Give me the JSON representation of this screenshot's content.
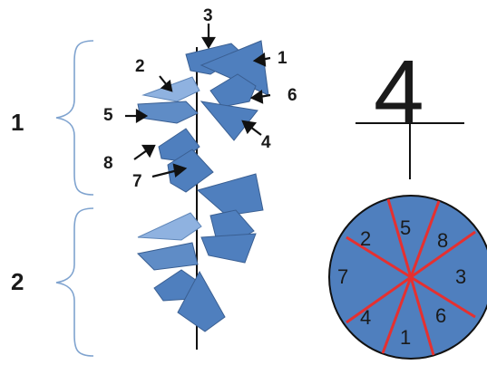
{
  "diagram": {
    "group_labels": [
      {
        "id": "group-1",
        "text": "1"
      },
      {
        "id": "group-2",
        "text": "2"
      }
    ],
    "element_labels": [
      {
        "id": "el-1",
        "text": "1"
      },
      {
        "id": "el-2",
        "text": "2"
      },
      {
        "id": "el-3",
        "text": "3"
      },
      {
        "id": "el-4",
        "text": "4"
      },
      {
        "id": "el-5",
        "text": "5"
      },
      {
        "id": "el-6",
        "text": "6"
      },
      {
        "id": "el-7",
        "text": "7"
      },
      {
        "id": "el-8",
        "text": "8"
      }
    ],
    "symbol": "4",
    "circle_segments": [
      "5",
      "8",
      "3",
      "6",
      "1",
      "4",
      "7",
      "2"
    ],
    "colors": {
      "fill": "#4F7FBE",
      "fill_light": "#8FB2E0",
      "stroke": "#3A5F92",
      "divider": "#E53030",
      "ink": "#1a1a1a",
      "bracket": "#7FA3CF"
    }
  }
}
